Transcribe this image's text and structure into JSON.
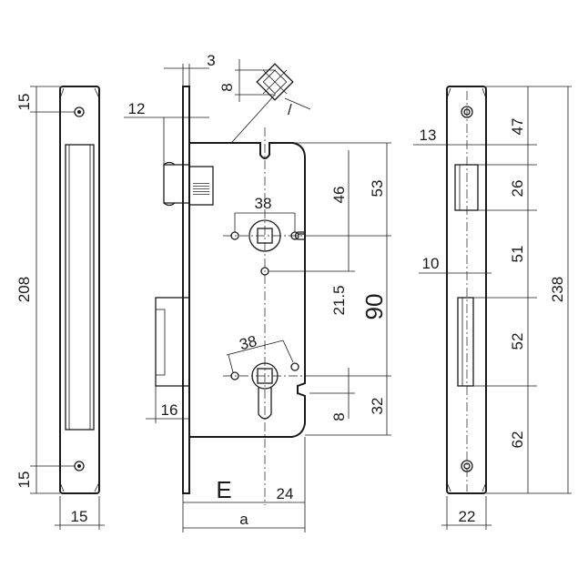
{
  "dimensions": {
    "left_plate_top_offset": "15",
    "left_plate_height": "208",
    "left_plate_bottom_offset": "15",
    "left_plate_width": "15",
    "faceplate_thickness": "3",
    "spindle_square": "8",
    "latch_projection": "12",
    "spindle_pitch_top": "38",
    "dim_46": "46",
    "dim_53": "53",
    "dim_21_5": "21.5",
    "distance_90": "90",
    "cylinder_pitch": "38",
    "dim_8_bottom": "8",
    "dim_32": "32",
    "bolt_projection": "16",
    "backset_label": "E",
    "dim_24": "24",
    "case_depth_label": "a",
    "strike_13": "13",
    "strike_47": "47",
    "strike_26": "26",
    "strike_10": "10",
    "strike_51": "51",
    "strike_52": "52",
    "strike_62": "62",
    "strike_238": "238",
    "strike_width": "22"
  }
}
